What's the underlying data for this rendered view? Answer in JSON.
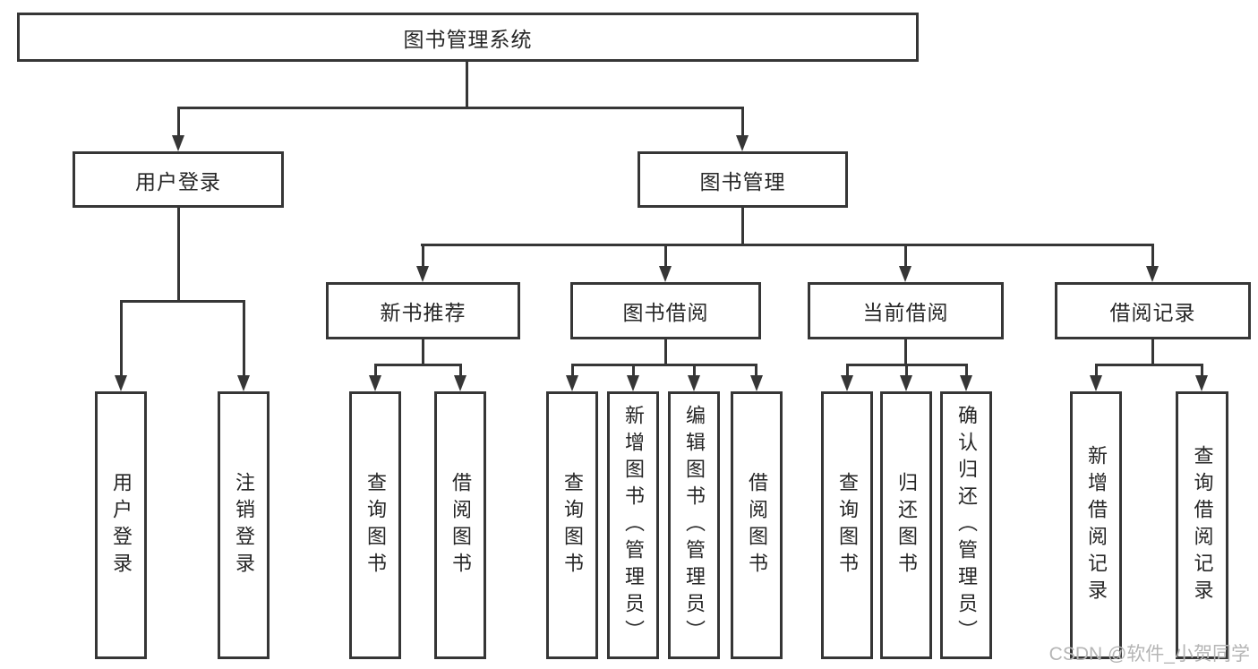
{
  "tree": {
    "label": "图书管理系统",
    "children": [
      {
        "label": "用户登录",
        "children": [
          {
            "label": "用户登录"
          },
          {
            "label": "注销登录"
          }
        ]
      },
      {
        "label": "图书管理",
        "children": [
          {
            "label": "新书推荐",
            "children": [
              {
                "label": "查询图书"
              },
              {
                "label": "借阅图书"
              }
            ]
          },
          {
            "label": "图书借阅",
            "children": [
              {
                "label": "查询图书"
              },
              {
                "label": "新增图书（管理员）"
              },
              {
                "label": "编辑图书（管理员）"
              },
              {
                "label": "借阅图书"
              }
            ]
          },
          {
            "label": "当前借阅",
            "children": [
              {
                "label": "查询图书"
              },
              {
                "label": "归还图书"
              },
              {
                "label": "确认归还（管理员）"
              }
            ]
          },
          {
            "label": "借阅记录",
            "children": [
              {
                "label": "新增借阅记录"
              },
              {
                "label": "查询借阅记录"
              }
            ]
          }
        ]
      }
    ]
  },
  "watermark": "CSDN @软件_小贺同学",
  "colors": {
    "line": "#363636",
    "box_border": "#363636",
    "box_fill": "#ffffff",
    "text": "#262626",
    "watermark": "#b5b5b5",
    "background": "#ffffff"
  }
}
